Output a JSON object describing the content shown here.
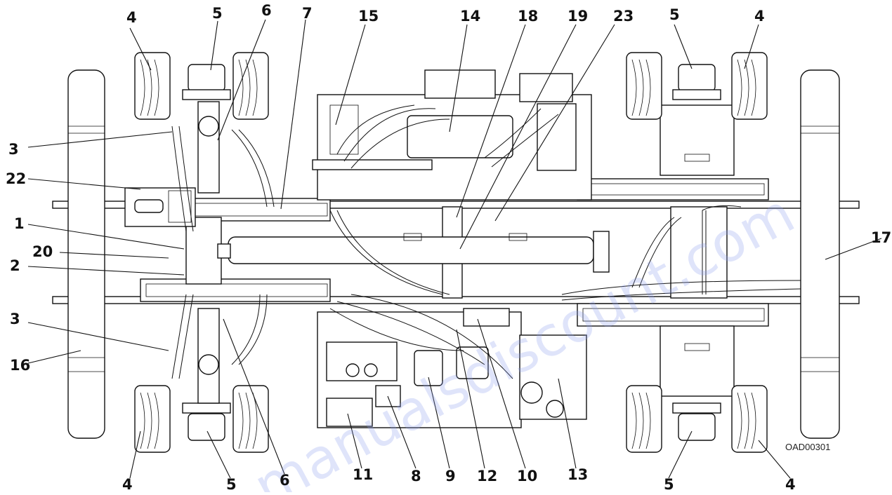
{
  "diagram": {
    "reference_code": "OAD00301",
    "watermark": "manualsdiscount.com",
    "callouts": [
      "1",
      "2",
      "3",
      "4",
      "5",
      "6",
      "7",
      "8",
      "9",
      "10",
      "11",
      "12",
      "13",
      "14",
      "15",
      "16",
      "17",
      "18",
      "19",
      "20",
      "22",
      "23"
    ]
  }
}
